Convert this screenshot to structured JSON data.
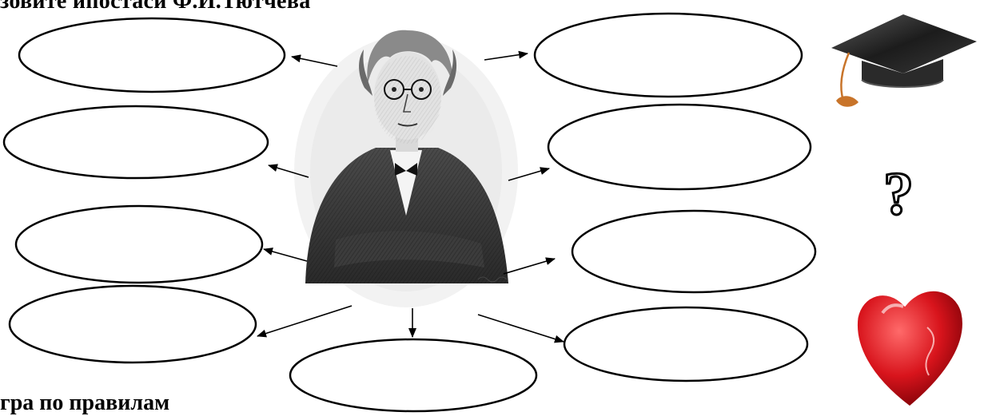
{
  "heading_top": "зовите  ипостаси Ф.И.Тютчева",
  "heading_bottom": "гра по правилам",
  "portrait": {
    "subject": "portrait-tyutchev",
    "style": "engraving"
  },
  "ovals": [
    "",
    "",
    "",
    "",
    "",
    "",
    "",
    "",
    ""
  ],
  "side_icons": [
    {
      "name": "graduation-cap-icon",
      "glyph": ""
    },
    {
      "name": "question-mark-icon",
      "glyph": "?"
    },
    {
      "name": "heart-icon",
      "glyph": ""
    }
  ],
  "colors": {
    "stroke": "#000000",
    "heart": "#d8141c",
    "cap": "#2b2b2b",
    "tassel": "#c8742a"
  }
}
